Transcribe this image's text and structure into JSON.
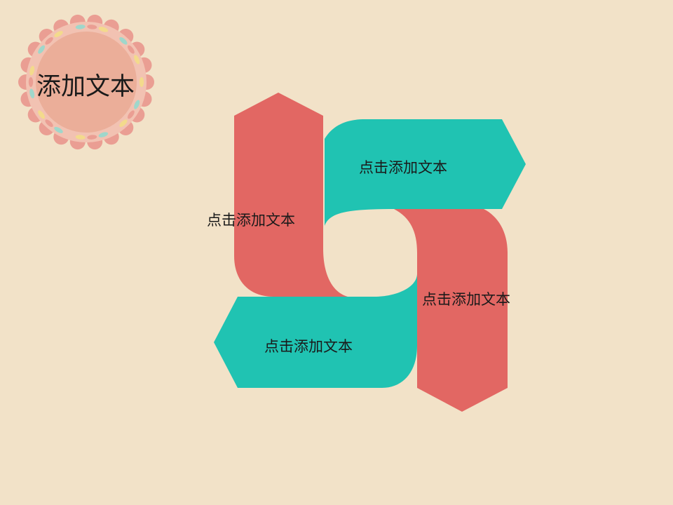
{
  "badge": {
    "title": "添加文本"
  },
  "diagram": {
    "labels": {
      "top": "点击添加文本",
      "left": "点击添加文本",
      "right": "点击添加文本",
      "bottom": "点击添加文本"
    }
  },
  "colors": {
    "background": "#F2E2C8",
    "red_ribbon": "#E26763",
    "teal_ribbon": "#20C3B2",
    "badge_fill": "#EBAE99",
    "badge_scallop": "#F2C2B2",
    "badge_edge": "#EA9E93",
    "badge_leaf_yellow": "#F3DA8C",
    "badge_leaf_teal": "#9FD7CB"
  }
}
